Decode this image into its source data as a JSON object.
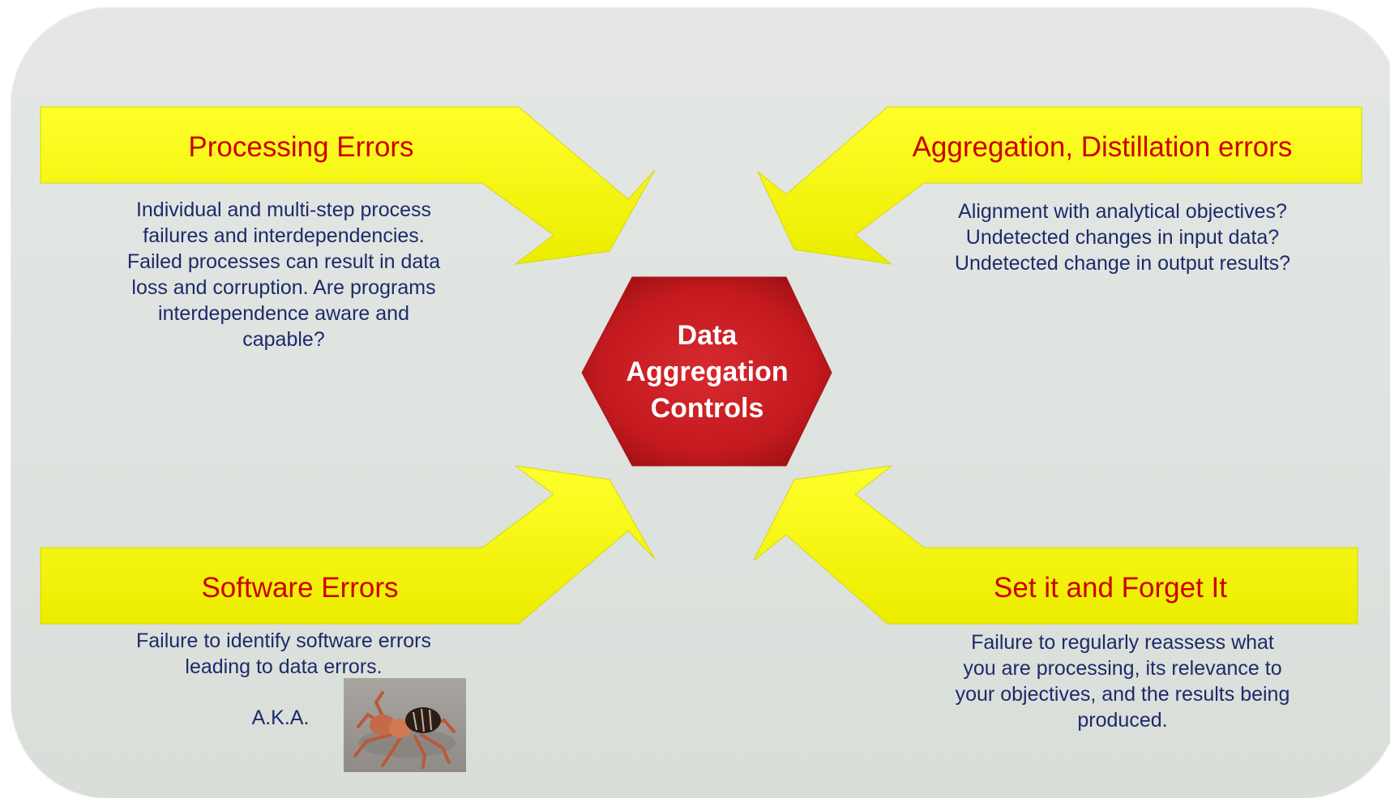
{
  "center": {
    "lines": [
      "Data",
      "Aggregation",
      "Controls"
    ]
  },
  "quadrants": {
    "top_left": {
      "title": "Processing Errors",
      "lines": [
        "Individual and multi-step process",
        "failures and interdependencies.",
        "Failed processes can result in data",
        "loss and corruption.  Are programs",
        "interdependence aware and",
        "capable?"
      ]
    },
    "top_right": {
      "title": "Aggregation, Distillation errors",
      "lines": [
        "Alignment with analytical objectives?",
        "Undetected changes in input data?",
        "Undetected change in output results?"
      ]
    },
    "bottom_left": {
      "title": "Software Errors",
      "lines": [
        "Failure to identify software errors",
        "leading to data errors."
      ],
      "aka": "A.K.A."
    },
    "bottom_right": {
      "title": "Set it and Forget It",
      "lines": [
        "Failure to regularly reassess what",
        "you are processing, its relevance to",
        "your objectives, and the results being",
        "produced."
      ]
    }
  },
  "colors": {
    "arrow_fill": "#fcfc00",
    "title_text": "#cc0000",
    "body_text": "#1d2a6a",
    "hexagon_fill": "#c41a1f",
    "background": "#dee3df"
  },
  "icons": {
    "bug_photo": "insect-photo"
  }
}
